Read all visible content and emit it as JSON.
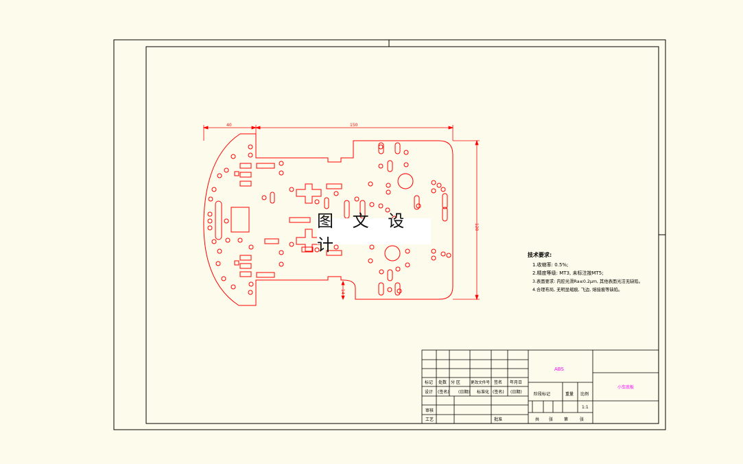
{
  "drawing": {
    "dimensions": {
      "width_left": "40",
      "width_main": "150",
      "height_right": "120",
      "notch_height": "14"
    },
    "watermark": "图 文 设 计",
    "tech_requirements": {
      "title": "技术要求:",
      "items": [
        "1.收缩率: 0.5%;",
        "2.精度等级: MT3, 未标注按MT5;",
        "3.表面要求: 内腔光滑Ra≤0.2μm, 其他表面光洁无缺陷。",
        "4.合理布局, 无明显缩痕, 飞边, 熔接痕等缺陷。"
      ]
    },
    "title_block": {
      "material": "ABS",
      "part_name": "小车底板",
      "scale": "1:1",
      "headers": [
        "标记",
        "处数",
        "分 区",
        "更改文件号",
        "签名",
        "年月日"
      ],
      "design_row": [
        "设计",
        "(签名)",
        "(日期)",
        "标准化",
        "(签名)",
        "(日期)"
      ],
      "labels": {
        "stage_mark": "阶段标记",
        "weight": "重量",
        "scale_label": "比例",
        "review": "审核",
        "process": "工艺",
        "approve": "批准",
        "total": "共",
        "sheets": "张",
        "page": "第",
        "page_sheets": "张"
      }
    },
    "colors": {
      "part": "#ff0000",
      "frame": "#000000",
      "material": "#ff00ff",
      "background": "#fdfbeb"
    }
  }
}
